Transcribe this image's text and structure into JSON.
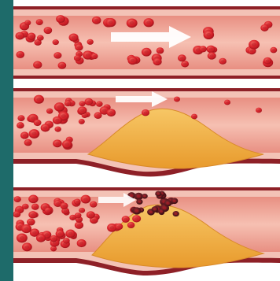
{
  "figure": {
    "kind": "medical-illustration",
    "subject": "artery-blood-flow-progression",
    "panels": [
      {
        "id": "healthy-artery",
        "plaque": "none",
        "clot": false
      },
      {
        "id": "narrowed-artery",
        "plaque": "large",
        "clot": false
      },
      {
        "id": "clotted-artery",
        "plaque": "large",
        "clot": true
      }
    ],
    "icons": [
      "flow-arrow-icon"
    ],
    "colors": {
      "background": "#1e6b6a",
      "panel": "#ffffff",
      "vessel_wall_outer": "#9b2a2f",
      "vessel_wall_inner": "#f3c2b6",
      "lumen": "#f0b0a0",
      "blood_cell": "#d9232b",
      "blood_cell_highlight": "#f05a55",
      "plaque": "#f0a83a",
      "plaque_highlight": "#f7c766",
      "clot": "#5a1a1f",
      "arrow": "#ffffff"
    }
  }
}
